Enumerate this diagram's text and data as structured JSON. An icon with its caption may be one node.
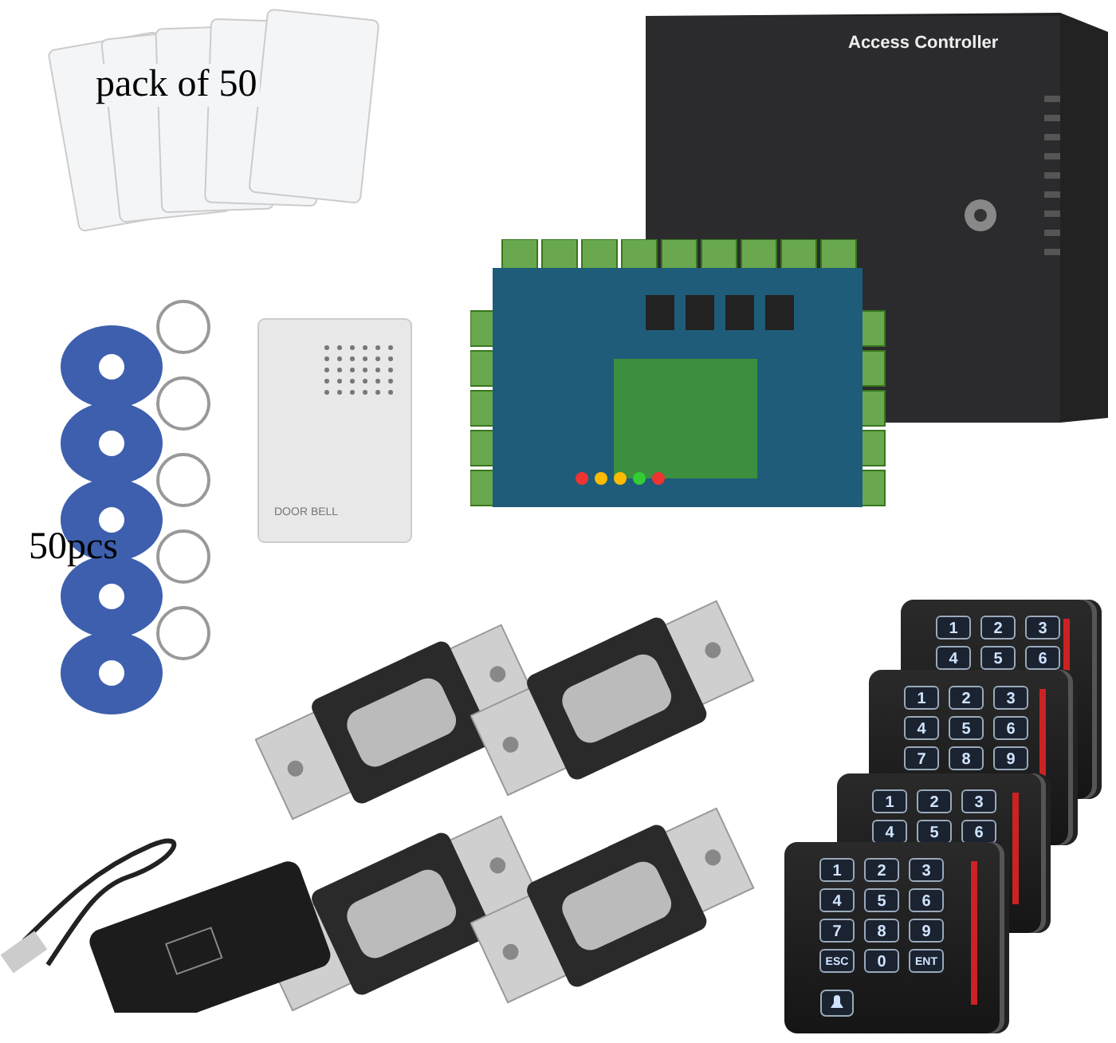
{
  "diagram": {
    "labels": [
      "pack of 50",
      "Access Controller",
      "DOOR BELL",
      "50pcs",
      "1",
      "2",
      "3",
      "4",
      "5",
      "6",
      "1",
      "2",
      "3",
      "4",
      "5",
      "6",
      "7",
      "8",
      "9",
      "1",
      "2",
      "3",
      "4",
      "5",
      "6",
      "1",
      "2",
      "3",
      "4",
      "5",
      "6",
      "7",
      "8",
      "9",
      "ESC",
      "0",
      "ENT"
    ]
  }
}
